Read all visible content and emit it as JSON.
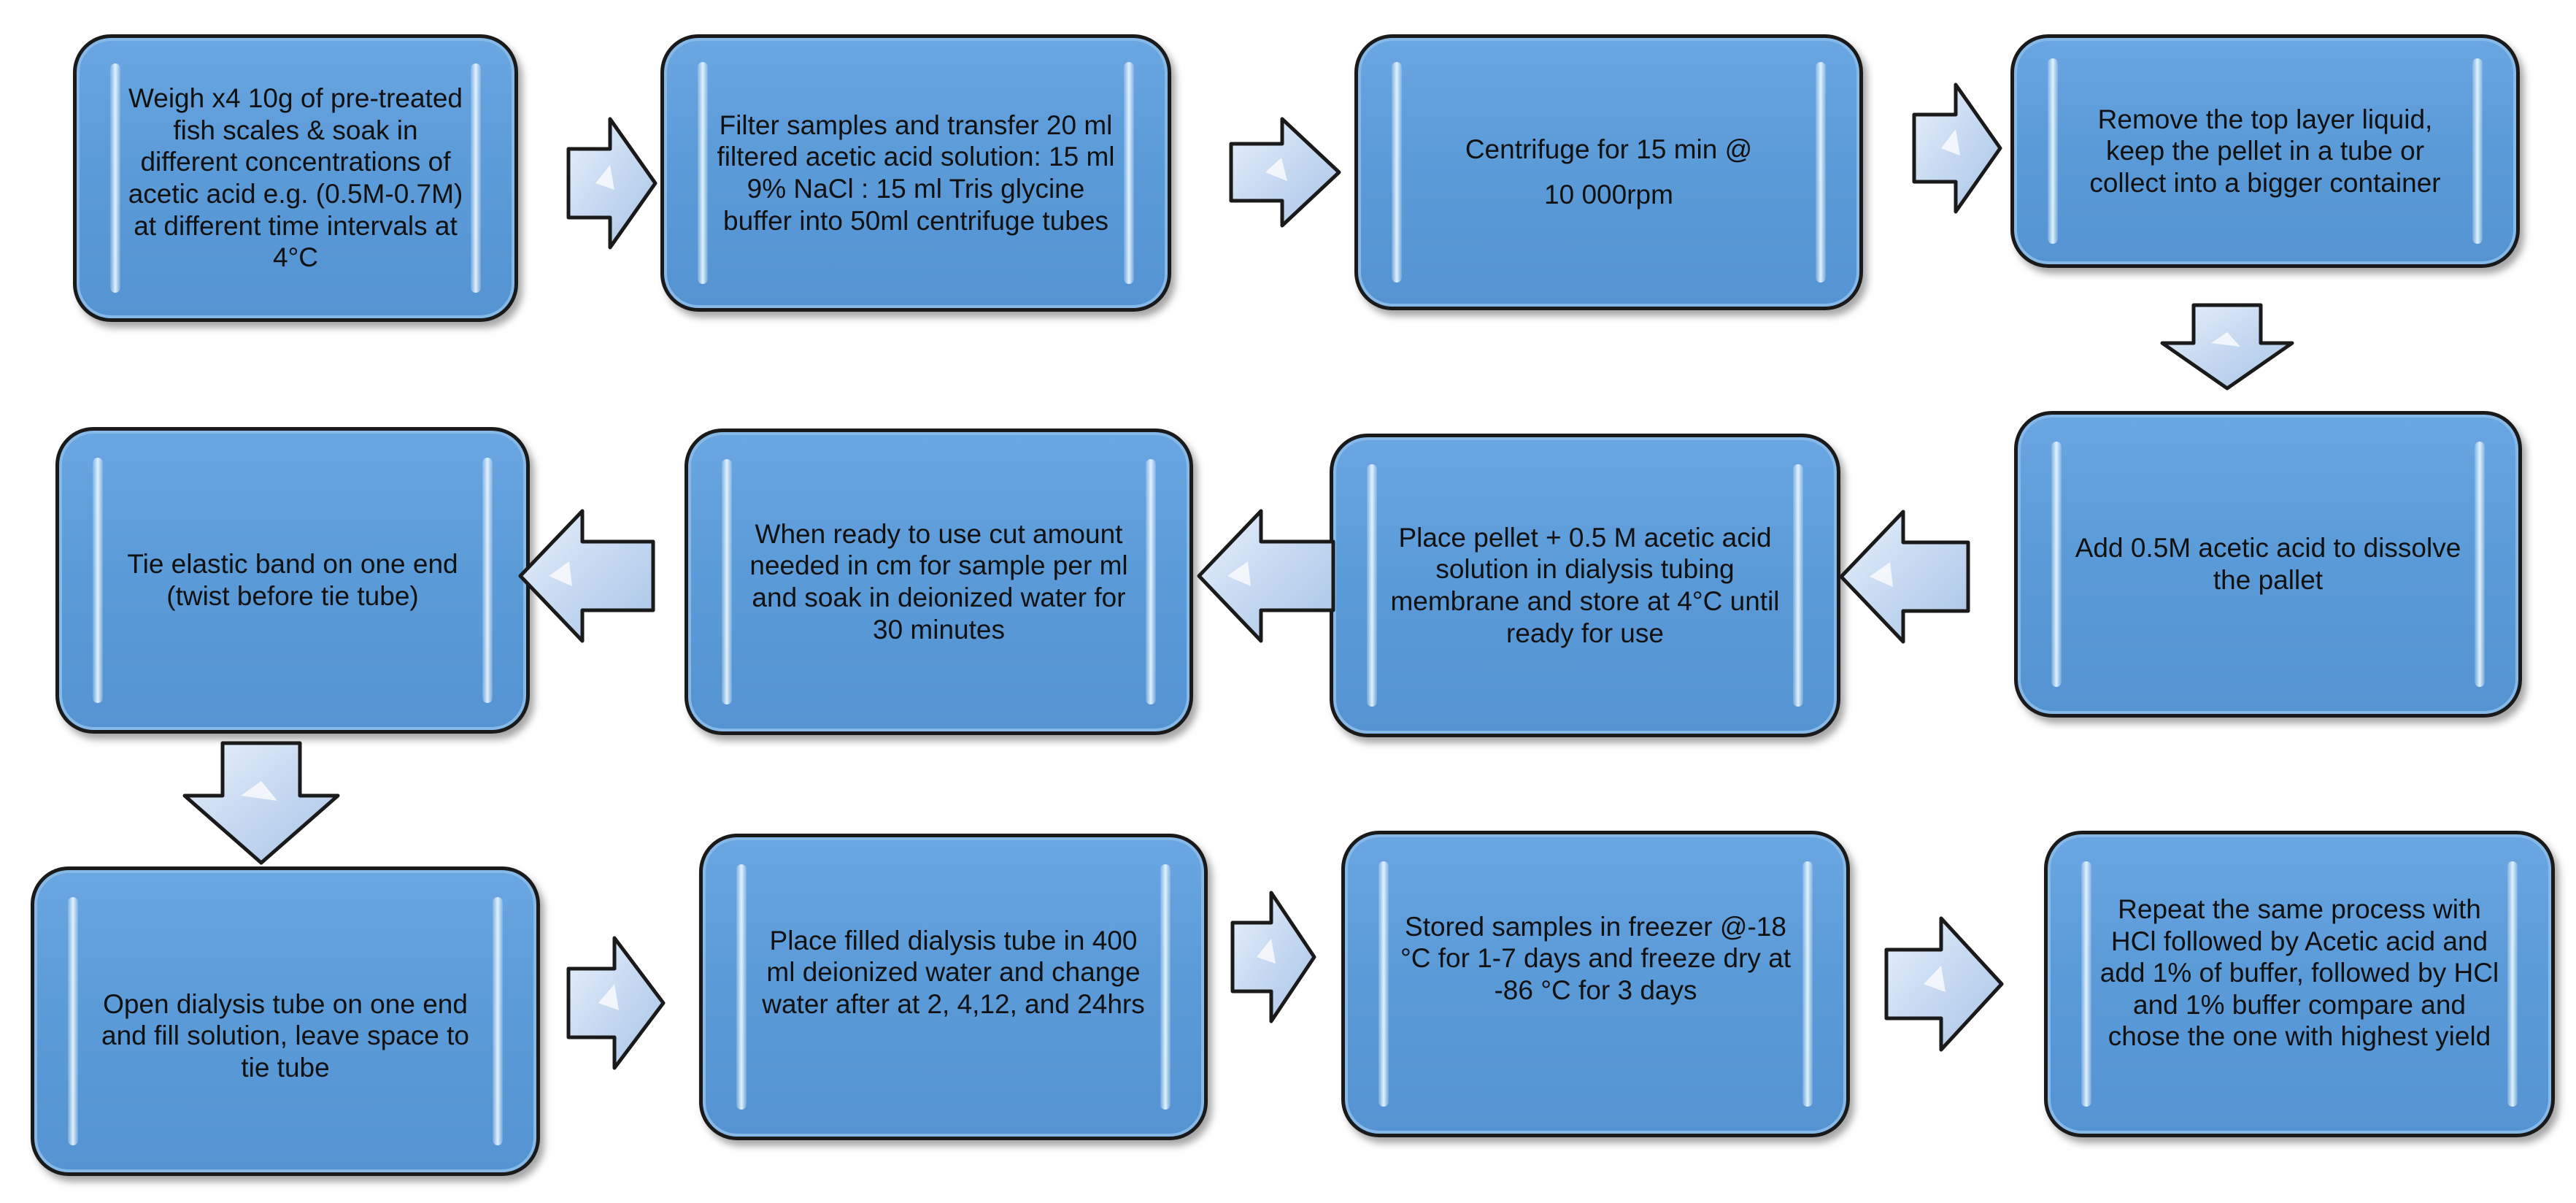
{
  "steps": [
    {
      "id": "weigh",
      "text": "Weigh x4 10g of pre-treated fish scales & soak in different concentrations of acetic acid e.g. (0.5M-0.7M) at different time intervals at 4°C"
    },
    {
      "id": "filter",
      "text": "Filter samples and transfer 20 ml filtered acetic acid solution: 15 ml 9% NaCl : 15 ml Tris glycine buffer into 50ml centrifuge tubes"
    },
    {
      "id": "centrifuge",
      "text": "Centrifuge for 15 min @",
      "text2": "10 000rpm"
    },
    {
      "id": "remove",
      "text": "Remove the top layer liquid, keep the pellet in a tube or collect into a bigger container"
    },
    {
      "id": "add-acid",
      "text": "Add 0.5M acetic acid to dissolve the pallet"
    },
    {
      "id": "place-pellet",
      "text": "Place pellet + 0.5 M acetic acid solution in dialysis tubing membrane and store at 4°C until ready for use"
    },
    {
      "id": "cut",
      "text": "When ready to use cut amount needed in cm for sample per ml and soak in deionized water for 30 minutes"
    },
    {
      "id": "tie",
      "text": "Tie elastic band on one end (twist before tie tube)"
    },
    {
      "id": "open",
      "text": "Open dialysis tube on one end and fill solution, leave space to tie tube"
    },
    {
      "id": "place-tube",
      "text": "Place filled dialysis tube in 400 ml deionized water and change water after at 2, 4,12, and 24hrs"
    },
    {
      "id": "store",
      "text": "Stored samples in freezer @-18 °C for 1-7 days and freeze dry at -86 °C for 3 days"
    },
    {
      "id": "repeat",
      "text": "Repeat the same process with HCl  followed by Acetic acid and add 1% of buffer, followed by HCl and 1% buffer compare and chose the one with highest yield"
    }
  ],
  "arrows": [
    {
      "id": "arrow-1",
      "direction": "right"
    },
    {
      "id": "arrow-2",
      "direction": "right"
    },
    {
      "id": "arrow-3",
      "direction": "right"
    },
    {
      "id": "arrow-4",
      "direction": "down"
    },
    {
      "id": "arrow-5",
      "direction": "left"
    },
    {
      "id": "arrow-6",
      "direction": "left"
    },
    {
      "id": "arrow-7",
      "direction": "left"
    },
    {
      "id": "arrow-8",
      "direction": "down"
    },
    {
      "id": "arrow-9",
      "direction": "right"
    },
    {
      "id": "arrow-10",
      "direction": "right"
    },
    {
      "id": "arrow-11",
      "direction": "right"
    }
  ],
  "colors": {
    "box_fill": "#5b9bd8",
    "box_border": "#1a1a1a",
    "arrow_fill": "#c6d9f1",
    "arrow_border": "#1a1a1a"
  }
}
